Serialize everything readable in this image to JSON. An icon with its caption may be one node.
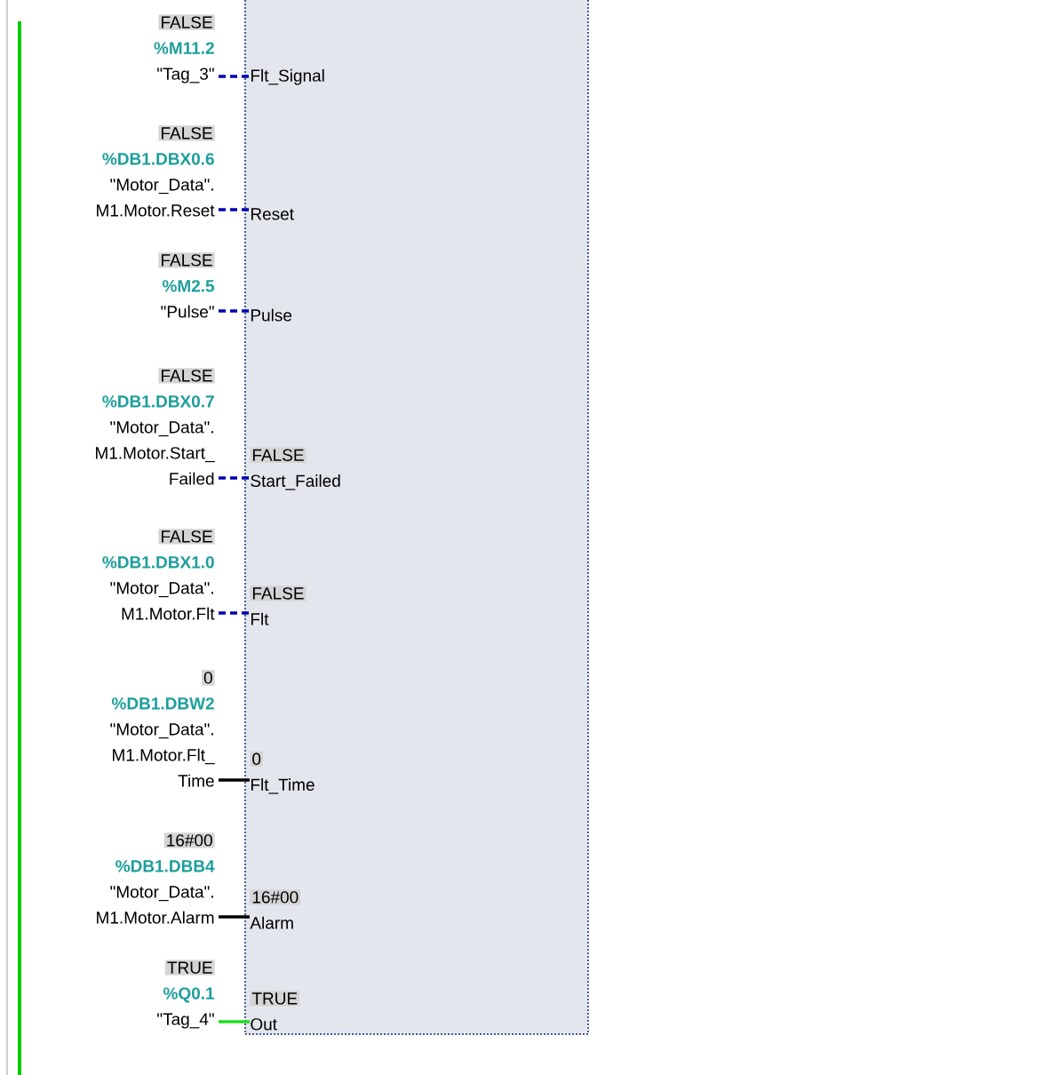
{
  "diagram": {
    "nodes": [
      {
        "text": [],
        "shape": "box"
      },
      {
        "text": [
          "Flt_Signal"
        ],
        "in": 0
      },
      {
        "text": [
          "Reset"
        ],
        "in": 0
      },
      {
        "text": [
          "Pulse"
        ],
        "in": 0
      },
      {
        "text": [
          "FALSE",
          "Start_Failed"
        ],
        "in": 0
      },
      {
        "text": [
          "FALSE",
          "Flt"
        ],
        "in": 0
      },
      {
        "text": [
          "0",
          "Flt_Time"
        ],
        "in": 0
      },
      {
        "text": [
          "16#00",
          "Alarm"
        ],
        "in": 0
      },
      {
        "text": [
          "TRUE",
          "Out"
        ],
        "in": 0
      },
      {
        "text": [
          "FALSE",
          "%M11.2",
          "\"Tag_3\""
        ]
      },
      {
        "text": [
          "FALSE",
          "%DB1.DBX0.6",
          "\"Motor_Data\". M1.Motor.Reset"
        ]
      },
      {
        "text": [
          "FALSE",
          "%M2.5",
          "\"Pulse\""
        ]
      },
      {
        "text": [
          "FALSE",
          "%DB1.DBX0.7",
          "\"Motor_Data\". M1.Motor.Start_ Failed"
        ]
      },
      {
        "text": [
          "FALSE",
          "%DB1.DBX1.0",
          "\"Motor_Data\". M1.Motor.Flt"
        ]
      },
      {
        "text": [
          "0",
          "%DB1.DBW2",
          "\"Motor_Data\". M1.Motor.Flt_ Time"
        ]
      },
      {
        "text": [
          "16#00",
          "%DB1.DBB4",
          "\"Motor_Data\". M1.Motor.Alarm"
        ]
      },
      {
        "text": [
          "TRUE",
          "%Q0.1",
          "\"Tag_4\""
        ]
      }
    ],
    "edges": [
      {
        "from": 9,
        "to": 1,
        "arrow": "none",
        "style": "dashed"
      },
      {
        "from": 10,
        "to": 2,
        "arrow": "none",
        "style": "dashed"
      },
      {
        "from": 11,
        "to": 3,
        "arrow": "none",
        "style": "dashed"
      },
      {
        "from": 12,
        "to": 4,
        "arrow": "none",
        "style": "dashed"
      },
      {
        "from": 13,
        "to": 5,
        "arrow": "none",
        "style": "dashed"
      },
      {
        "from": 14,
        "to": 6,
        "arrow": "none",
        "color": "#000000"
      },
      {
        "from": 15,
        "to": 7,
        "arrow": "none",
        "color": "#000000"
      },
      {
        "from": 16,
        "to": 8,
        "arrow": "none",
        "color": "#22dd22"
      }
    ]
  }
}
